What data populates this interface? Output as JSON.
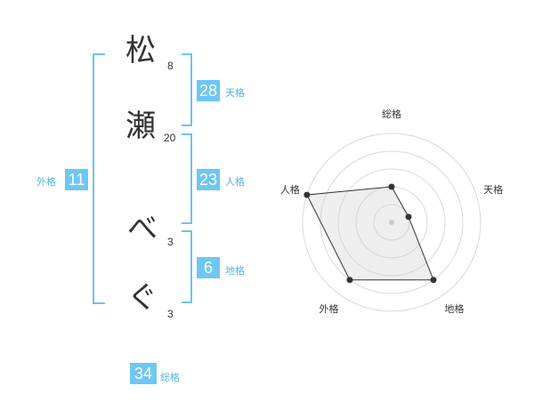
{
  "name_chars": [
    {
      "char": "松",
      "strokes": "8"
    },
    {
      "char": "瀬",
      "strokes": "20"
    },
    {
      "char": "べ",
      "strokes": "3"
    },
    {
      "char": "ぐ",
      "strokes": "3"
    }
  ],
  "scores": {
    "tenkaku": {
      "value": "28",
      "label": "天格"
    },
    "jinkaku": {
      "value": "23",
      "label": "人格"
    },
    "chikaku": {
      "value": "6",
      "label": "地格"
    },
    "gaikaku": {
      "value": "11",
      "label": "外格"
    },
    "soukaku": {
      "value": "34",
      "label": "総格"
    }
  },
  "colors": {
    "accent": "#6ec6f5",
    "bracket": "#6fc3ef",
    "grid": "#d9d9d9"
  },
  "chart_data": {
    "type": "radar",
    "axes": [
      "総格",
      "天格",
      "地格",
      "外格",
      "人格"
    ],
    "values": [
      2,
      1,
      4,
      4,
      5
    ],
    "rmax": 5,
    "rings": 5
  }
}
